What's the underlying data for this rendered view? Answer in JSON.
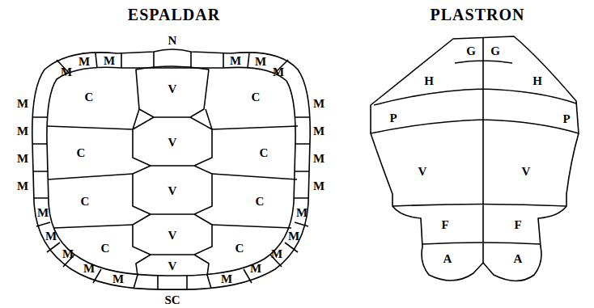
{
  "diagram": {
    "labels": [
      "ESPALDAR",
      "PLASTRON",
      "N",
      "M",
      "M",
      "M",
      "M",
      "M",
      "M",
      "M",
      "M",
      "M",
      "M",
      "M",
      "M",
      "M",
      "M",
      "M",
      "M",
      "M",
      "M",
      "M",
      "M",
      "M",
      "M",
      "M",
      "M",
      "V",
      "C",
      "C",
      "V",
      "C",
      "C",
      "V",
      "C",
      "C",
      "V",
      "C",
      "C",
      "V",
      "SC",
      "G",
      "G",
      "H",
      "H",
      "P",
      "P",
      "V",
      "V",
      "F",
      "F",
      "A",
      "A"
    ]
  }
}
